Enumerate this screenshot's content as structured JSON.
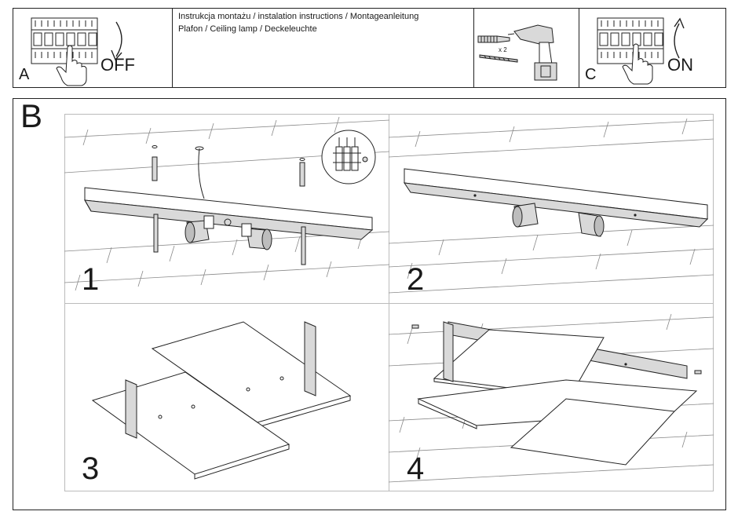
{
  "header": {
    "title_line1": "Instrukcja montażu / instalation instructions / Montageanleitung",
    "title_line2": "Plafon / Ceiling lamp / Deckeleuchte"
  },
  "step_a": {
    "letter": "A",
    "label": "OFF"
  },
  "step_tools": {
    "quantity": "x 2"
  },
  "step_c": {
    "letter": "C",
    "label": "ON"
  },
  "section_b": {
    "letter": "B",
    "panels": [
      {
        "number": "1"
      },
      {
        "number": "2"
      },
      {
        "number": "3"
      },
      {
        "number": "4"
      }
    ]
  },
  "colors": {
    "line": "#222222",
    "brick_line": "#8a8a8a",
    "metal_fill": "#d9d9d9"
  },
  "icons": [
    "circuit-breaker-icon",
    "hand-icon",
    "curved-arrow-down-icon",
    "drill-icon",
    "wall-plug-icon",
    "screw-icon",
    "curved-arrow-up-icon"
  ]
}
